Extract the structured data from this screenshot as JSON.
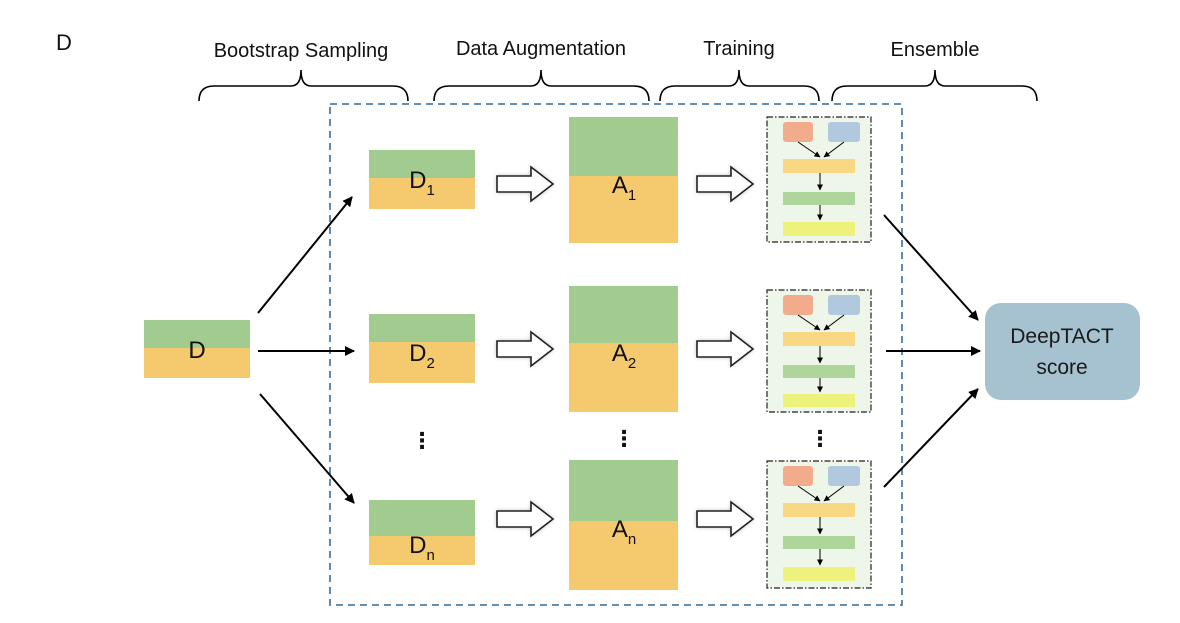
{
  "panel_label": "D",
  "stages": {
    "bootstrap": "Bootstrap Sampling",
    "augmentation": "Data Augmentation",
    "training": "Training",
    "ensemble": "Ensemble"
  },
  "source": {
    "label": "D"
  },
  "bootstrap_samples": [
    {
      "base": "D",
      "sub": "1"
    },
    {
      "base": "D",
      "sub": "2"
    },
    {
      "base": "D",
      "sub": "n"
    }
  ],
  "augmented_sets": [
    {
      "base": "A",
      "sub": "1"
    },
    {
      "base": "A",
      "sub": "2"
    },
    {
      "base": "A",
      "sub": "n"
    }
  ],
  "ellipsis": "⋮",
  "output": {
    "line1": "DeepTACT",
    "line2": "score"
  },
  "colors": {
    "green": "#a2cc8f",
    "orange": "#f5c96e",
    "frame": "#4f7ea8",
    "output_fill": "#a6c1cf",
    "model_red": "#f2ac8c",
    "model_blue": "#b1c9de",
    "model_yellow": "#f8d883",
    "model_green": "#aed69b",
    "model_lime": "#edf27c",
    "model_bg": "#eef5e9"
  }
}
